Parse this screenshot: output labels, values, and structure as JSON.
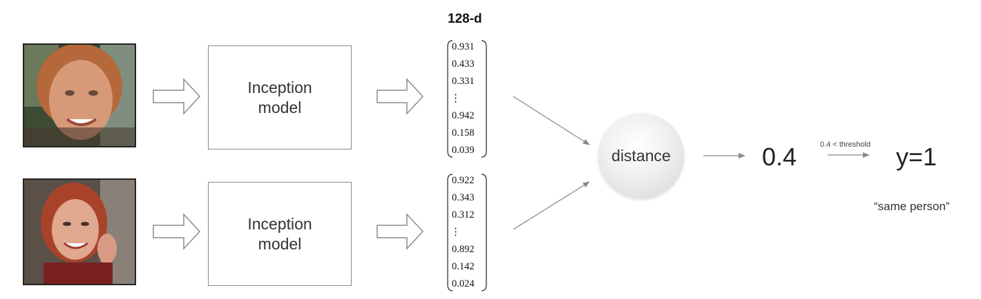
{
  "vector_heading": "128-d",
  "rows": [
    {
      "photo_icon": "face-photo",
      "model_lines": [
        "Inception",
        "model"
      ],
      "vector": [
        "0.931",
        "0.433",
        "0.331",
        "⋮",
        "0.942",
        "0.158",
        "0.039"
      ]
    },
    {
      "photo_icon": "face-photo",
      "model_lines": [
        "Inception",
        "model"
      ],
      "vector": [
        "0.922",
        "0.343",
        "0.312",
        "⋮",
        "0.892",
        "0.142",
        "0.024"
      ]
    }
  ],
  "distance_label": "distance",
  "distance_value": "0.4",
  "threshold_label": "0.4 < threshold",
  "output_label": "y=1",
  "output_caption": "“same person”",
  "colors": {
    "line": "#8a8a8a",
    "text": "#333333",
    "border": "#222222"
  }
}
